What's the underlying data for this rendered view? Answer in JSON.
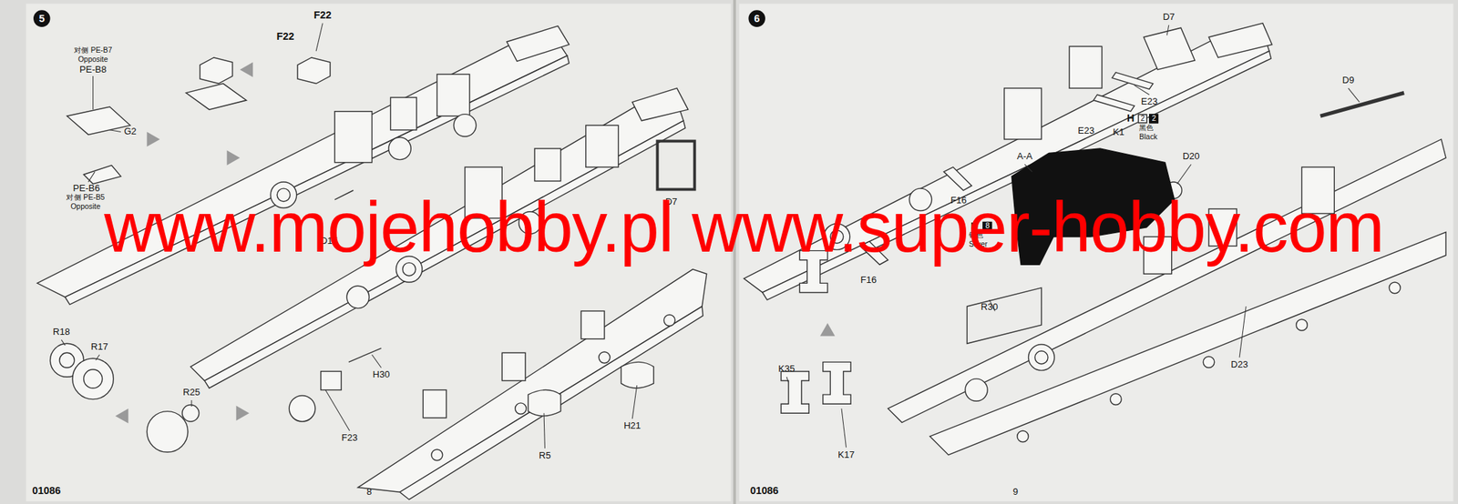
{
  "diagram": {
    "labels": [
      "5",
      "F22",
      "F22",
      "对侧 PE-B7",
      "Opposite",
      "PE-B8",
      "G2",
      "PE-B6",
      "对侧 PE-B5",
      "Opposite",
      "D15",
      "D7",
      "R18",
      "R17",
      "R25",
      "H30",
      "F23",
      "H21",
      "R5",
      "01086",
      "8",
      "6",
      "D7",
      "E23",
      "E23",
      "K1",
      "H",
      "2",
      "2",
      "黑色",
      "Black",
      "D9",
      "A-A",
      "D20",
      "F16",
      "F16",
      "H",
      "8",
      "银色",
      "Silver",
      "R30",
      "D23",
      "K35",
      "K17",
      "01086",
      "9",
      "www.mojehobby.pl www.super-hobby.com"
    ]
  }
}
